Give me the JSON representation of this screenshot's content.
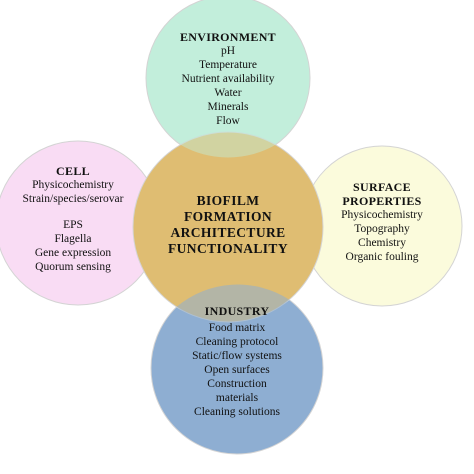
{
  "colors": {
    "environment": "#c2eedb",
    "cell": "#f9dcf4",
    "surface": "#fbfbdc",
    "industry": "#8eaed2",
    "center": "#dfbd72",
    "outline": "#d4d4d4"
  },
  "center": {
    "lines": [
      "BIOFILM",
      "FORMATION",
      "ARCHITECTURE",
      "FUNCTIONALITY"
    ]
  },
  "environment": {
    "title": "ENVIRONMENT",
    "items": [
      "pH",
      "Temperature",
      "Nutrient availability",
      "Water",
      "Minerals",
      "Flow"
    ]
  },
  "cell": {
    "title": "CELL",
    "items": [
      "Physicochemistry",
      "Strain/species/serovar",
      "",
      "EPS",
      "Flagella",
      "Gene expression",
      "Quorum sensing"
    ]
  },
  "surface": {
    "title_line1": "SURFACE",
    "title_line2": "PROPERTIES",
    "items": [
      "Physicochemistry",
      "Topography",
      "Chemistry",
      "Organic fouling"
    ]
  },
  "industry": {
    "title": "INDUSTRY",
    "items": [
      "Food matrix",
      "Cleaning protocol",
      "Static/flow systems",
      "Open surfaces",
      "Construction",
      "materials",
      "Cleaning solutions"
    ]
  }
}
